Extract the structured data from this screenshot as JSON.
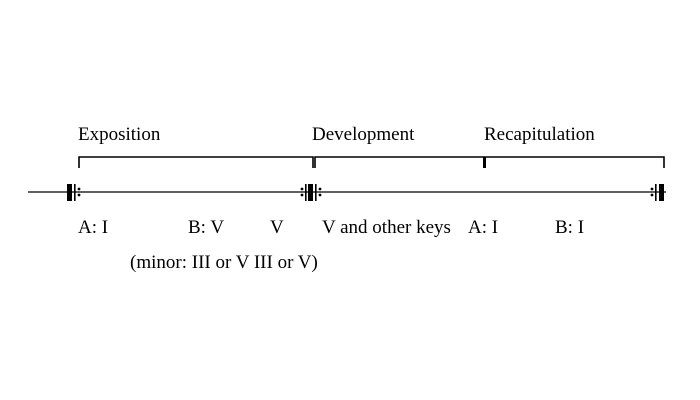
{
  "sections": {
    "exposition": "Exposition",
    "development": "Development",
    "recapitulation": "Recapitulation"
  },
  "keys": {
    "exposition_a": "A: I",
    "exposition_b": "B: V",
    "exposition_v": "V",
    "development": "V and other keys",
    "recap_a": "A: I",
    "recap_b": "B: I"
  },
  "minor_note": "(minor: III or V  III or V)",
  "colors": {
    "ink": "#000000",
    "background": "#ffffff"
  }
}
